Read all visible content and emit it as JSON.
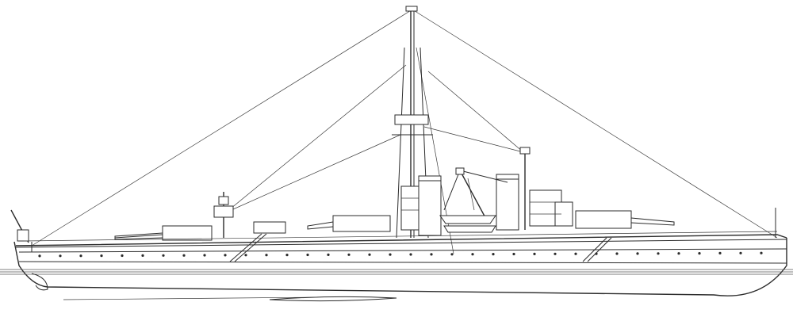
{
  "drawing": {
    "subject": "warship-side-profile",
    "colors": {
      "ink": "#2b2b2b",
      "paper": "#ffffff"
    },
    "features": {
      "turrets": 3,
      "funnels": 2,
      "masts": 1,
      "cranes": 1,
      "boats": 2
    }
  }
}
